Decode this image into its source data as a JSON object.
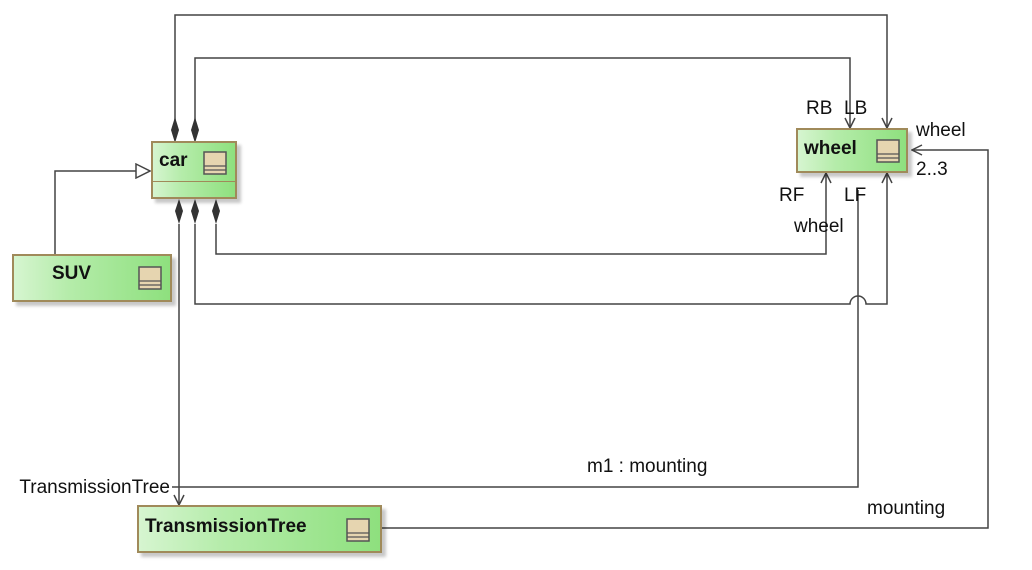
{
  "classes": {
    "car": {
      "name": "car"
    },
    "wheel": {
      "name": "wheel"
    },
    "suv": {
      "name": "SUV"
    },
    "transmission_tree": {
      "name": "TransmissionTree"
    }
  },
  "roles": {
    "rb": "RB",
    "lb": "LB",
    "rf": "RF",
    "lf": "LF",
    "wheel_top": "wheel",
    "wheel_lower": "wheel",
    "multiplicity": "2..3",
    "transmission_tree_end": "TransmissionTree",
    "connector": "m1 : mounting",
    "mounting": "mounting"
  },
  "icons": {
    "class_icon": "class-icon"
  },
  "colors": {
    "box_border": "#a08a5a",
    "box_fill_light": "#d6f5d0",
    "box_fill_dark": "#8ee07e",
    "line": "#444444"
  }
}
